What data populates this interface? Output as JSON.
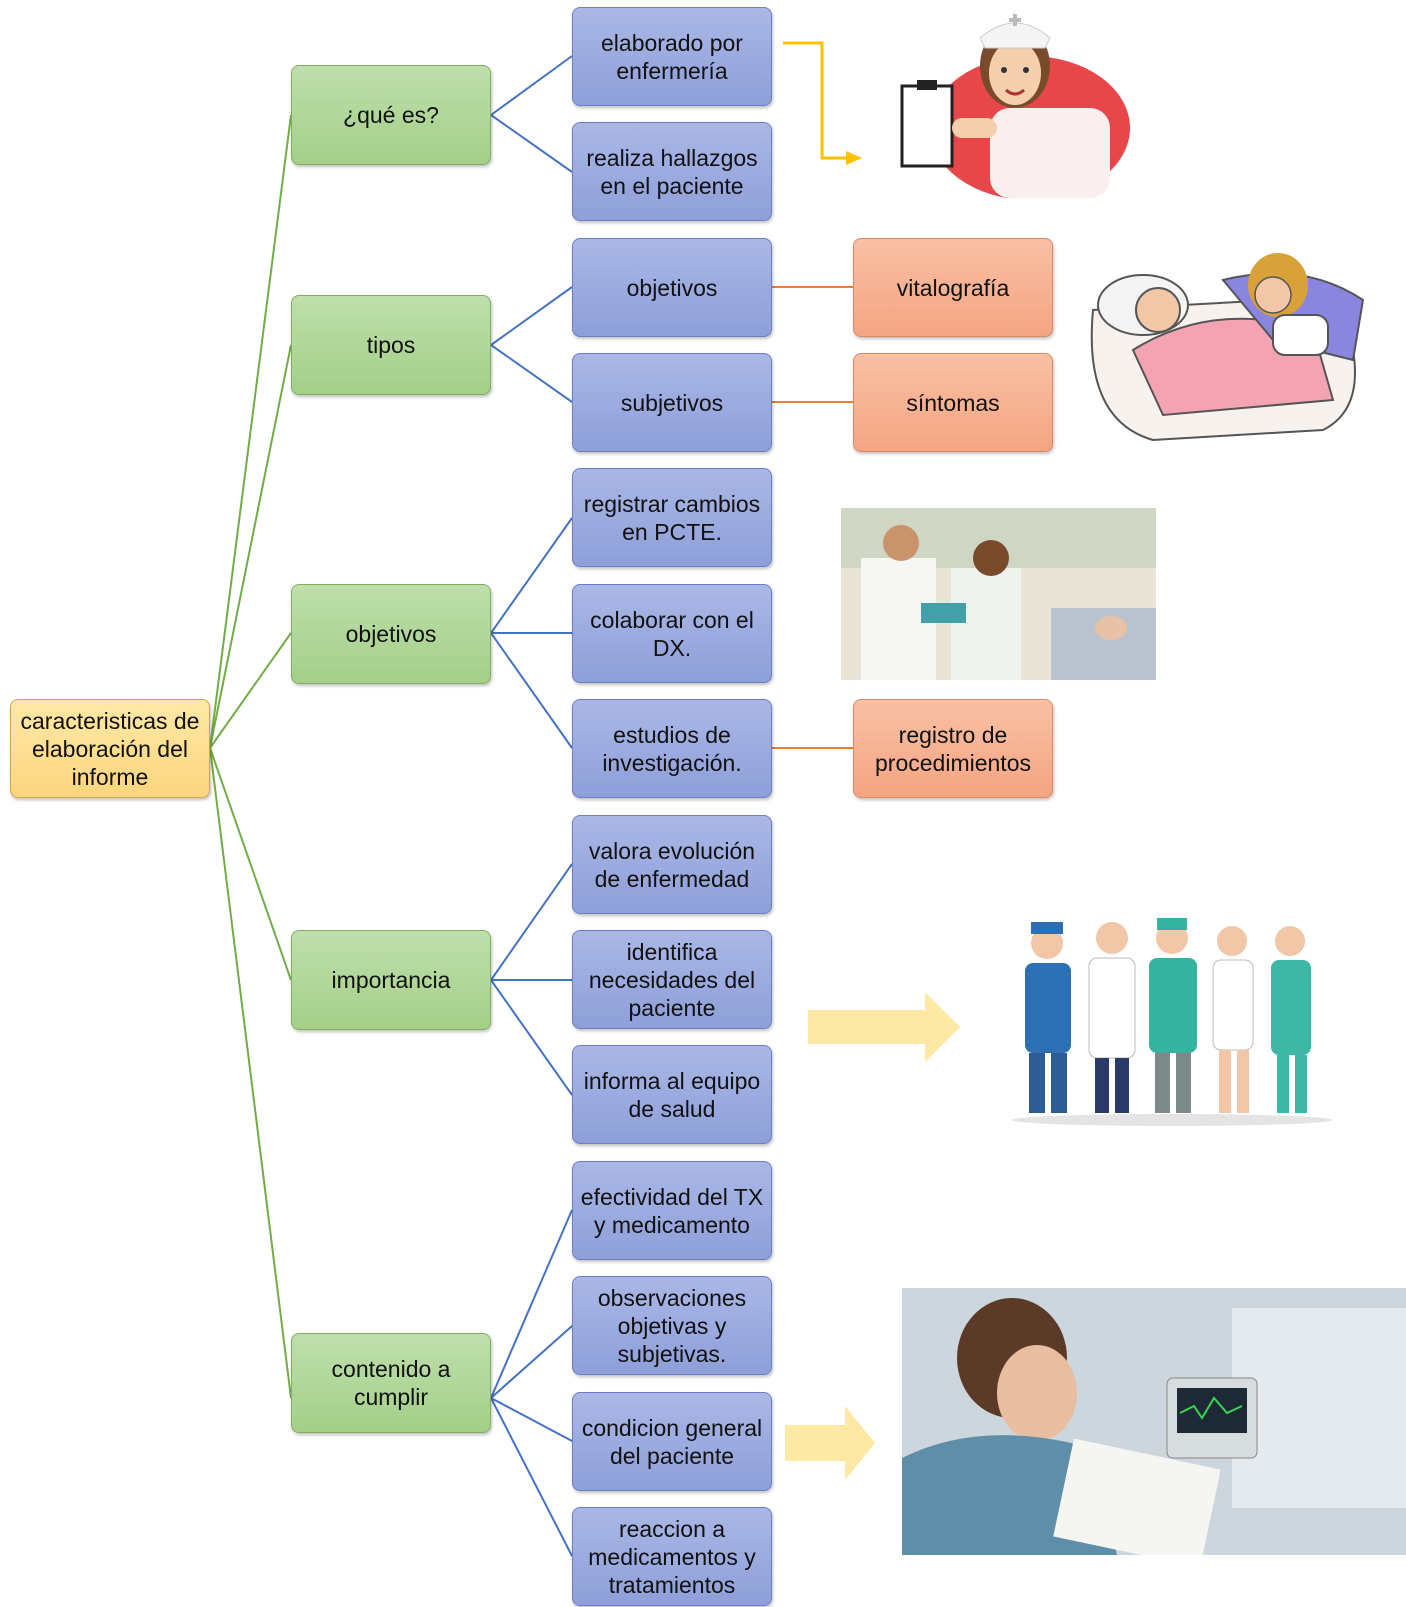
{
  "root": {
    "label": "caracteristicas de elaboración del informe"
  },
  "categories": [
    {
      "label": "¿qué es?"
    },
    {
      "label": "tipos"
    },
    {
      "label": "objetivos"
    },
    {
      "label": "importancia"
    },
    {
      "label": "contenido a cumplir"
    }
  ],
  "subitems": [
    {
      "label": "elaborado por enfermería"
    },
    {
      "label": "realiza hallazgos en el paciente"
    },
    {
      "label": "objetivos"
    },
    {
      "label": "subjetivos"
    },
    {
      "label": "registrar cambios en PCTE."
    },
    {
      "label": "colaborar con el DX."
    },
    {
      "label": "estudios de investigación."
    },
    {
      "label": "valora evolución de enfermedad"
    },
    {
      "label": "identifica necesidades del paciente"
    },
    {
      "label": "informa al equipo de salud"
    },
    {
      "label": "efectividad del TX y medicamento"
    },
    {
      "label": "observaciones objetivas y subjetivas."
    },
    {
      "label": "condicion general del paciente"
    },
    {
      "label": "reaccion a medicamentos y tratamientos"
    }
  ],
  "leaves": [
    {
      "label": "vitalografía"
    },
    {
      "label": "síntomas"
    },
    {
      "label": "registro de procedimientos"
    }
  ],
  "colors": {
    "root": "#fcd57e",
    "category": "#a3cf88",
    "subitem": "#8e9fd9",
    "leaf": "#f4a582",
    "root_lines": "#70ad47",
    "sub_lines": "#4472c4",
    "leaf_lines": "#ed7d31",
    "arrow": "#ffc000",
    "big_arrow": "#fde8a4"
  }
}
